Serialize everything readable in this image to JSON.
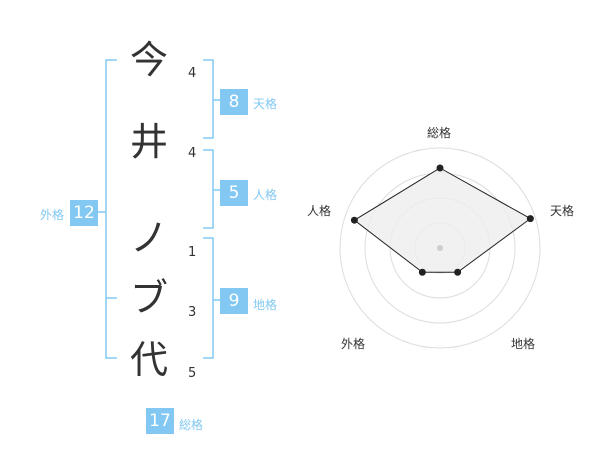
{
  "name": {
    "characters": [
      {
        "char": "今",
        "strokes": "4"
      },
      {
        "char": "井",
        "strokes": "4"
      },
      {
        "char": "ノ",
        "strokes": "1"
      },
      {
        "char": "ブ",
        "strokes": "3"
      },
      {
        "char": "代",
        "strokes": "5"
      }
    ]
  },
  "fortunes": {
    "tenkaku": {
      "label": "天格",
      "value": "8"
    },
    "jinkaku": {
      "label": "人格",
      "value": "5"
    },
    "chikaku": {
      "label": "地格",
      "value": "9"
    },
    "gaikaku": {
      "label": "外格",
      "value": "12"
    },
    "soukaku": {
      "label": "総格",
      "value": "17"
    }
  },
  "radar": {
    "axes": [
      "総格",
      "天格",
      "地格",
      "外格",
      "人格"
    ],
    "levels": 4,
    "values": [
      0.8,
      0.95,
      0.3,
      0.3,
      0.9
    ],
    "line_color": "#222222",
    "fill_color": "#eeeeee",
    "grid_color": "#dddddd"
  },
  "colors": {
    "bracket": "#82c8f2",
    "badge": "#82c8f2"
  }
}
